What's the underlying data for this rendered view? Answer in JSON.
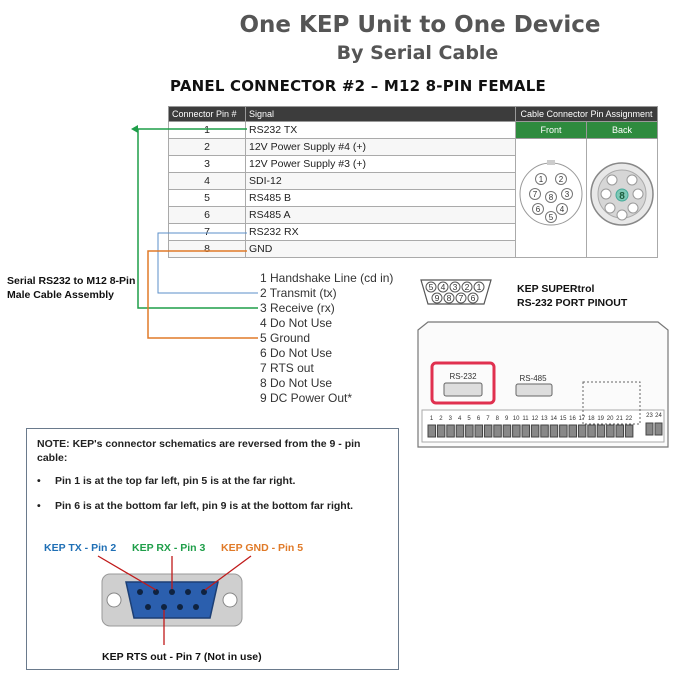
{
  "title_line1": "One KEP Unit to One Device",
  "title_line2": "By Serial Cable",
  "panel_title": "PANEL CONNECTOR #2 – M12 8-PIN FEMALE",
  "table": {
    "headers": {
      "pin": "Connector Pin #",
      "signal": "Signal",
      "assignment": "Cable Connector Pin Assignment",
      "front": "Front",
      "back": "Back"
    },
    "rows": [
      {
        "pin": "1",
        "signal": "RS232 TX"
      },
      {
        "pin": "2",
        "signal": "12V Power Supply #4 (+)"
      },
      {
        "pin": "3",
        "signal": "12V Power Supply #3 (+)"
      },
      {
        "pin": "4",
        "signal": "SDI-12"
      },
      {
        "pin": "5",
        "signal": "RS485 B"
      },
      {
        "pin": "6",
        "signal": "RS485 A"
      },
      {
        "pin": "7",
        "signal": "RS232 RX"
      },
      {
        "pin": "8",
        "signal": "GND"
      }
    ]
  },
  "front_connector_pins": [
    "1",
    "2",
    "3",
    "4",
    "5",
    "6",
    "7",
    "8"
  ],
  "back_connector_center": "8",
  "cable_assembly_label": [
    "Serial RS232 to M12 8-Pin",
    "Male Cable Assembly"
  ],
  "db9_pinout": [
    "1 Handshake Line (cd in)",
    "2 Transmit (tx)",
    "3 Receive (rx)",
    "4 Do Not Use",
    "5 Ground",
    "6 Do Not Use",
    "7 RTS out",
    "8 Do Not Use",
    "9 DC Power Out*"
  ],
  "db9_face": {
    "top_row": [
      "5",
      "4",
      "3",
      "2",
      "1"
    ],
    "bottom_row": [
      "9",
      "8",
      "7",
      "6"
    ]
  },
  "supertrol_label": [
    "KEP SUPERtrol",
    "RS-232 PORT PINOUT"
  ],
  "device_panel": {
    "rs232_label": "RS-232",
    "rs485_label": "RS-485",
    "terminals_main": [
      "1",
      "2",
      "3",
      "4",
      "5",
      "6",
      "7",
      "8",
      "9",
      "10",
      "11",
      "12",
      "13",
      "14",
      "15",
      "16",
      "17",
      "18",
      "19",
      "20",
      "21",
      "22"
    ],
    "terminals_extra": [
      "23",
      "24"
    ]
  },
  "note": {
    "title": "NOTE: KEP's connector schematics are reversed from the 9 - pin cable:",
    "bullets": [
      "Pin 1 is at the top far left, pin 5 is at the far right.",
      "Pin 6 is at the bottom far left, pin 9 is at the bottom far right."
    ],
    "bullet_glyph": "•",
    "label_tx": "KEP TX - Pin 2",
    "label_rx": "KEP RX - Pin 3",
    "label_gnd": "KEP GND -  Pin 5",
    "label_rts": "KEP RTS out - Pin 7 (Not in use)"
  },
  "colors": {
    "green_wire": "#1e9e49",
    "blue_wire": "#5b8fc9",
    "orange_wire": "#e07a28",
    "header_dark": "#3c3c3c",
    "header_green": "#2e8b3e",
    "highlight": "#e0304f"
  }
}
